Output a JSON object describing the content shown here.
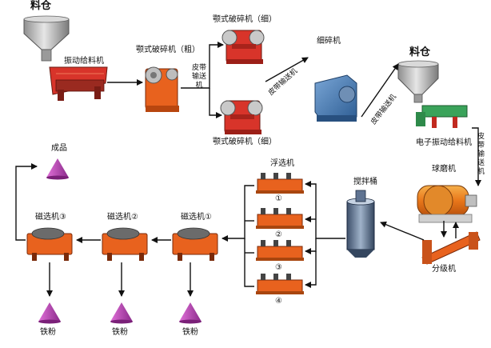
{
  "labels": {
    "bin_top_left": "料仓",
    "vibrating_feeder": "振动给料机",
    "jaw_coarse": "颚式破碎机（粗）",
    "belt_conveyor_1": "皮带输送机",
    "jaw_fine_top": "颚式破碎机（细）",
    "jaw_fine_bottom": "颚式破碎机（细）",
    "belt_conveyor_2": "皮带输送机",
    "fine_crusher": "细碎机",
    "belt_conveyor_3": "皮带输送机",
    "bin_right": "料仓",
    "electronic_feeder": "电子振动给料机",
    "belt_conveyor_4": "皮带输送机",
    "ball_mill": "球磨机",
    "classifier": "分级机",
    "mixing_tank": "搅拌桶",
    "flotation": "浮选机",
    "cell_1": "①",
    "cell_2": "②",
    "cell_3": "③",
    "cell_4": "④",
    "mag_sep_1": "磁选机①",
    "mag_sep_2": "磁选机②",
    "mag_sep_3": "磁选机③",
    "product": "成品",
    "iron_1": "铁粉",
    "iron_2": "铁粉",
    "iron_3": "铁粉"
  },
  "colors": {
    "machine_orange": "#e8621e",
    "machine_red": "#d8342a",
    "crusher_blue": "#4a7fb8",
    "hopper_grey": "#b8b8b8",
    "mill_orange": "#ef8a1c",
    "feeder_green": "#3aa35a",
    "product_purple": "#b43cb4",
    "arrow": "#111111"
  }
}
